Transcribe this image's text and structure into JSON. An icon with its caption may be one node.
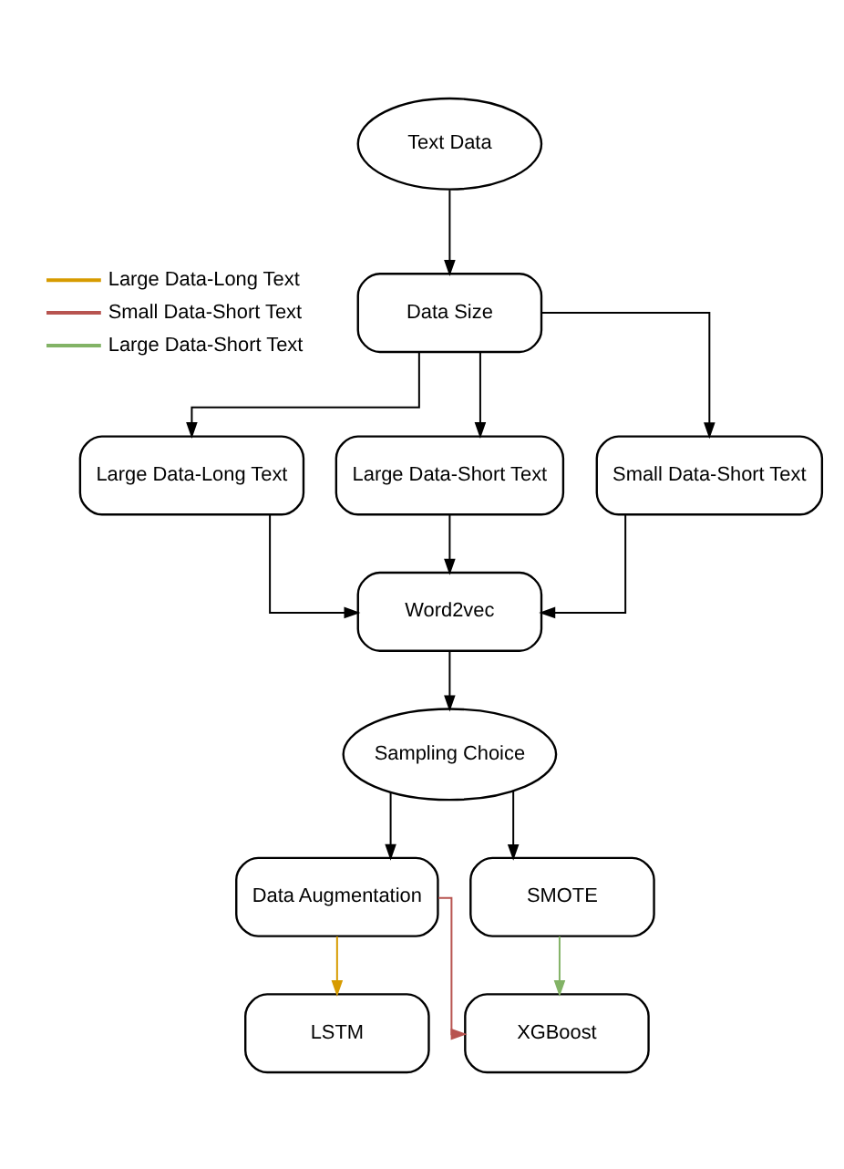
{
  "diagram": {
    "nodes": [
      {
        "text": [
          "Text Data"
        ]
      },
      {
        "text": [
          "Data Size"
        ]
      },
      {
        "text": [
          "Large Data-Long Text"
        ]
      },
      {
        "text": [
          "Large Data-Short Text"
        ]
      },
      {
        "text": [
          "Small Data-Short Text"
        ]
      },
      {
        "text": [
          "Word2vec"
        ]
      },
      {
        "text": [
          "Sampling Choice"
        ]
      },
      {
        "text": [
          "Data Augmentation"
        ]
      },
      {
        "text": [
          "SMOTE"
        ]
      },
      {
        "text": [
          "LSTM"
        ]
      },
      {
        "text": [
          "XGBoost"
        ]
      }
    ],
    "edges": [
      {
        "from": 0,
        "to": 1,
        "arrow": "to"
      },
      {
        "from": 1,
        "to": 2,
        "arrow": "to"
      },
      {
        "from": 1,
        "to": 3,
        "arrow": "to"
      },
      {
        "from": 1,
        "to": 4,
        "arrow": "to"
      },
      {
        "from": 2,
        "to": 5,
        "arrow": "to"
      },
      {
        "from": 3,
        "to": 5,
        "arrow": "to"
      },
      {
        "from": 4,
        "to": 5,
        "arrow": "to"
      },
      {
        "from": 5,
        "to": 6,
        "arrow": "to"
      },
      {
        "from": 6,
        "to": 7,
        "arrow": "to"
      },
      {
        "from": 6,
        "to": 8,
        "arrow": "to"
      },
      {
        "from": 7,
        "to": 9,
        "arrow": "to",
        "color": "#d79b00"
      },
      {
        "from": 7,
        "to": 10,
        "arrow": "to",
        "color": "#b85450"
      },
      {
        "from": 8,
        "to": 10,
        "arrow": "to",
        "color": "#82b366"
      }
    ],
    "legend": [
      {
        "text": "Large Data-Long Text",
        "color": "#d79b00"
      },
      {
        "text": "Small Data-Short Text",
        "color": "#b85450"
      },
      {
        "text": "Large Data-Short Text",
        "color": "#82b366"
      }
    ]
  }
}
